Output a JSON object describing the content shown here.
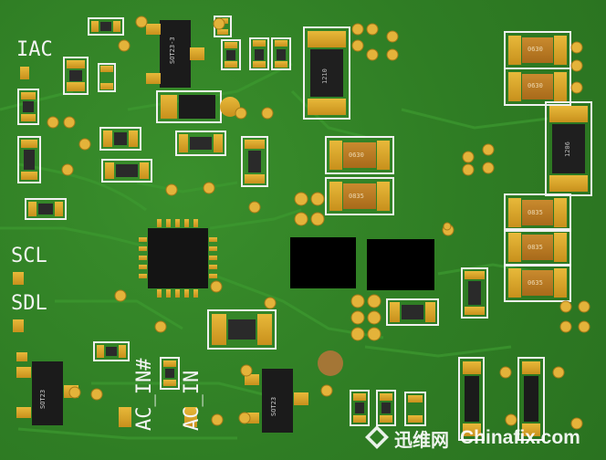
{
  "silkscreen": {
    "iac": "IAC",
    "scl": "SCL",
    "sdl": "SDL",
    "ac_in_n": "AC_IN#",
    "ac_in": "AC_IN"
  },
  "packages": {
    "sot23_top": "SOT23-3",
    "sot23_bottom_left": "SOT23",
    "sot23_bottom_mid": "SOT23",
    "r1210": "1210",
    "r1206": "1206",
    "r0630": "0630",
    "r0635": "0635",
    "r0835": "0835"
  },
  "watermark": {
    "cn_brand": "迅维网",
    "en_brand": "Chinafix.com"
  },
  "colors": {
    "board": "#2f7d24",
    "pad": "#d9a52a",
    "silk": "#f4f4f4",
    "ic_body": "#1b1b1b"
  }
}
